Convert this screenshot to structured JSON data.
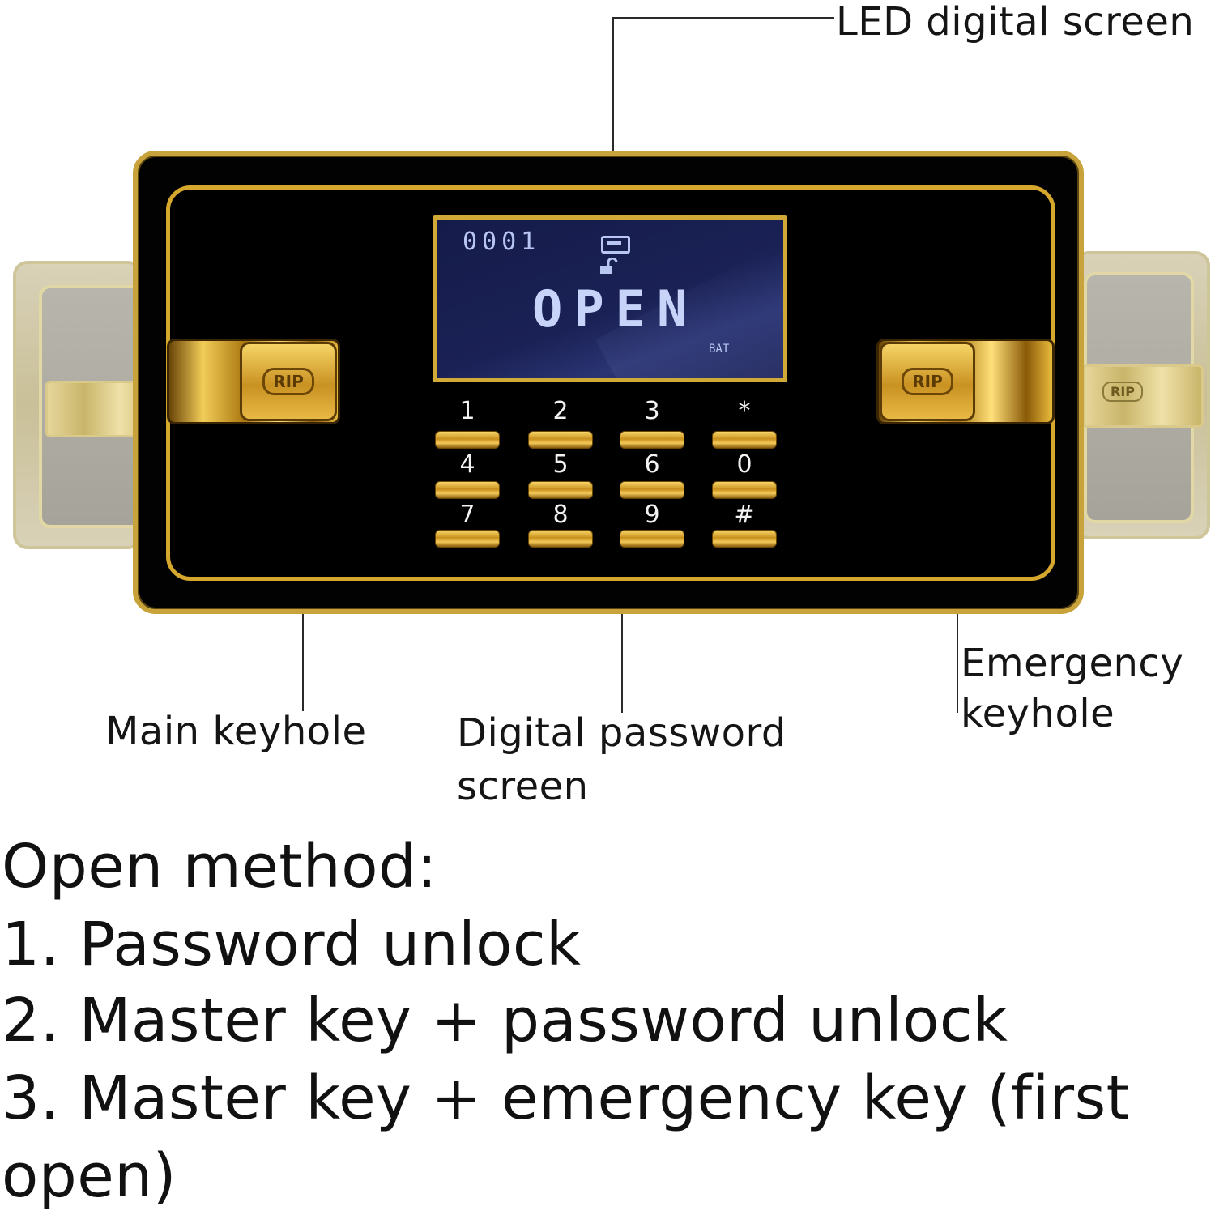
{
  "callouts": {
    "led_screen": "LED digital screen",
    "main_keyhole": "Main keyhole",
    "digital_password_line1": "Digital password",
    "digital_password_line2": "screen",
    "emergency_line1": "Emergency",
    "emergency_line2": "keyhole"
  },
  "lcd": {
    "counter": "0001",
    "status": "OPEN",
    "battery_label": "BAT"
  },
  "keypad": {
    "keys": [
      "1",
      "2",
      "3",
      "*",
      "4",
      "5",
      "6",
      "0",
      "7",
      "8",
      "9",
      "#"
    ]
  },
  "rfid": {
    "left_label": "RIP",
    "right_label": "RIP",
    "far_right_label": "RIP"
  },
  "open_method": {
    "heading": "Open method:",
    "items": [
      "1. Password unlock",
      "2. Master key + password unlock",
      "3. Master key + emergency key (first open)"
    ]
  }
}
